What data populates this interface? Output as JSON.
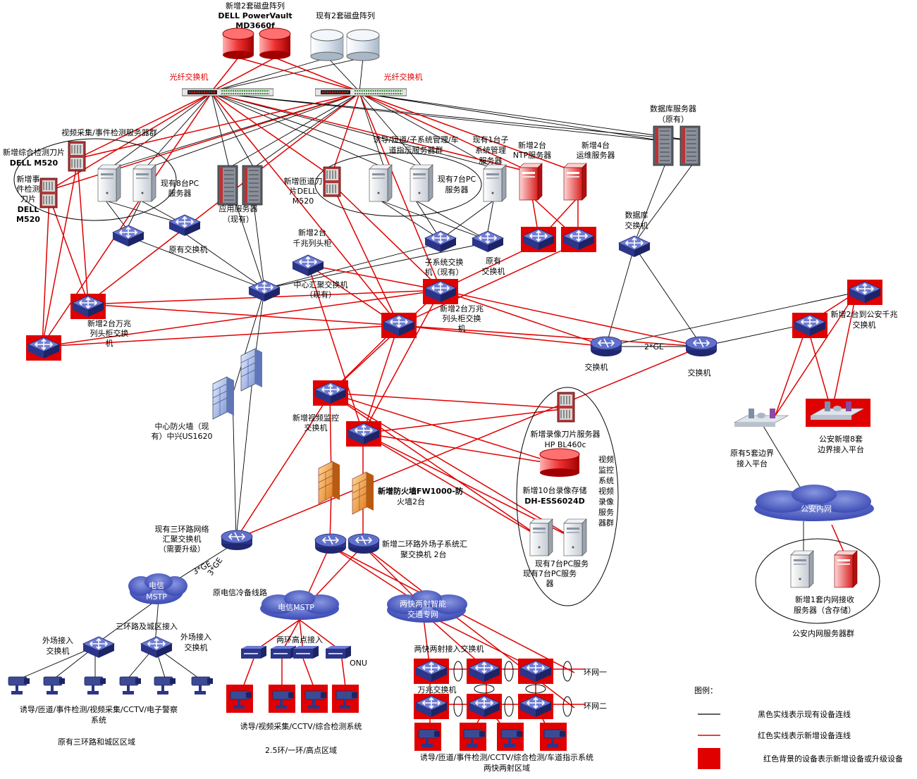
{
  "labels": {
    "new_disk_array": "新增2套磁盘阵列",
    "dell_pv": "DELL PowerVault",
    "md3660": "MD3660f",
    "existing_disk_array": "现有2套磁盘阵列",
    "fiber_switch_left": "光纤交换机",
    "fiber_switch_right": "光纤交换机",
    "db_server_1": "数据库服务器",
    "db_server_2": "（原有）",
    "video_event_group": "视频采集/事件检测服务器群",
    "new_blade_1": "新增综合检测刀片",
    "new_blade_2": "DELL M520",
    "new_event_1": "新增事",
    "new_event_2": "件检测",
    "new_event_3": "刀片",
    "new_event_4": "DELL",
    "new_event_5": "M520",
    "existing_8pc_1": "现有8台PC",
    "existing_8pc_2": "服务器",
    "app_server_1": "应用服务器",
    "app_server_2": "（现有）",
    "guide_group_1": "诱导/匝道/子系统管理/车",
    "guide_group_2": "道指示服务器群",
    "new_ramp_blade_1": "新增匝道刀",
    "new_ramp_blade_2": "片DELL",
    "new_ramp_blade_3": "M520",
    "existing_7pc_1": "现有7台PC",
    "existing_7pc_2": "服务器",
    "sys_mgmt_1": "现有1台子",
    "sys_mgmt_2": "系统管理",
    "sys_mgmt_3": "服务器",
    "ntp_1": "新增2台",
    "ntp_2": "NTP服务器",
    "ops_1": "新增4台",
    "ops_2": "运维服务器",
    "db_switch_1": "数据库",
    "db_switch_2": "交换机",
    "orig_switch_left": "原有交换机",
    "new_gbit_1": "新增2台",
    "new_gbit_2": "千兆列头柜",
    "subsys_sw_1": "子系统交换",
    "subsys_sw_2": "机（现有）",
    "orig_sw_r_1": "原有",
    "orig_sw_r_2": "交换机",
    "center_agg_1": "中心汇聚交换机",
    "center_agg_2": "（现有）",
    "new_10g_left_1": "新增2台万兆",
    "new_10g_left_2": "列头柜交换",
    "new_10g_left_3": "机",
    "new_10g_mid_1": "新增2台万兆",
    "new_10g_mid_2": "列头柜交换",
    "new_10g_mid_3": "机",
    "ps_gbit_1": "新增2台到公安千兆",
    "ps_gbit_2": "交换机",
    "switch_a": "交换机",
    "switch_b": "交换机",
    "two_ge": "2*GE",
    "fw_center_1": "中心防火墙（现",
    "fw_center_2": "有）中兴US1620",
    "new_video_sw_1": "新增视频监控",
    "new_video_sw_2": "交换机",
    "rec_blade_1": "新增录像刀片服务器",
    "rec_blade_2": "HP BL460c",
    "rec_storage_1": "新增10台录像存储",
    "rec_storage_2": "DH-ESS6024D",
    "video_group_1": "视频",
    "video_group_2": "监控",
    "video_group_3": "系统",
    "video_group_4": "视频",
    "video_group_5": "录像",
    "video_group_6": "服务",
    "video_group_7": "器群",
    "new_fw_1": "新增防火墙FW1000-防",
    "new_fw_2": "火墙2台",
    "existing_7pc_b_1": "现有7台PC服务",
    "existing_7pc_b_2": "现有7台PC服务",
    "existing_7pc_b_3": "器",
    "ring3_agg_1": "现有三环路网络",
    "ring3_agg_2": "汇聚交换机",
    "ring3_agg_3": "（需要升级）",
    "ring2_sw_1": "新增二环路外场子系统汇",
    "ring2_sw_2": "聚交换机 2台",
    "ge3_a": "3*GE",
    "ge3_b": "3*GE",
    "mstp_1": "电信",
    "mstp_2": "MSTP",
    "cold_line": "原电信冷备线路",
    "mstp_cloud_2": "电信MSTP",
    "smart_net_1": "两快两射智能",
    "smart_net_2": "交通专网",
    "ring3_access": "三环路及城区接入",
    "field_access_l_1": "外场接入",
    "field_access_l_2": "交换机",
    "field_access_r_1": "外场接入",
    "field_access_r_2": "交换机",
    "ring2_hi_access": "两环高点接入",
    "onu": "ONU",
    "two_fast_access": "两快两射接入交换机",
    "tenG_sw": "万兆交换机",
    "ring_net_1": "环网一",
    "ring_net_2": "环网二",
    "left_system_1": "诱导/匝道/事件检测/视频采集/CCTV/电子警察",
    "left_system_2": "系统",
    "left_region": "原有三环路和城区区域",
    "mid_system": "诱导/视频采集/CCTV/综合检测系统",
    "mid_region": "2.5环/一环/高点区域",
    "right_system": "诱导/匝道/事件检测/CCTV/综合检测/车道指示系统",
    "right_region": "两快两射区域",
    "existing_border_1": "原有5套边界",
    "existing_border_2": "接入平台",
    "ps_border_1": "公安新增8套",
    "ps_border_2": "边界接入平台",
    "ps_intranet": "公安内网",
    "ps_recv_1": "新增1套内网接收",
    "ps_recv_2": "服务器（含存储）",
    "ps_group": "公安内网服务器群",
    "legend_title": "图例：",
    "legend_black": "黑色实线表示现有设备连线",
    "legend_red": "红色实线表示新增设备连线",
    "legend_bg": "红色背景的设备表示新增设备或升级设备"
  },
  "colors": {
    "new_line": "#e00000",
    "existing_line": "#000000",
    "switch_blue": "#3a47a5",
    "cloud_blue": "#4a5bc2"
  }
}
